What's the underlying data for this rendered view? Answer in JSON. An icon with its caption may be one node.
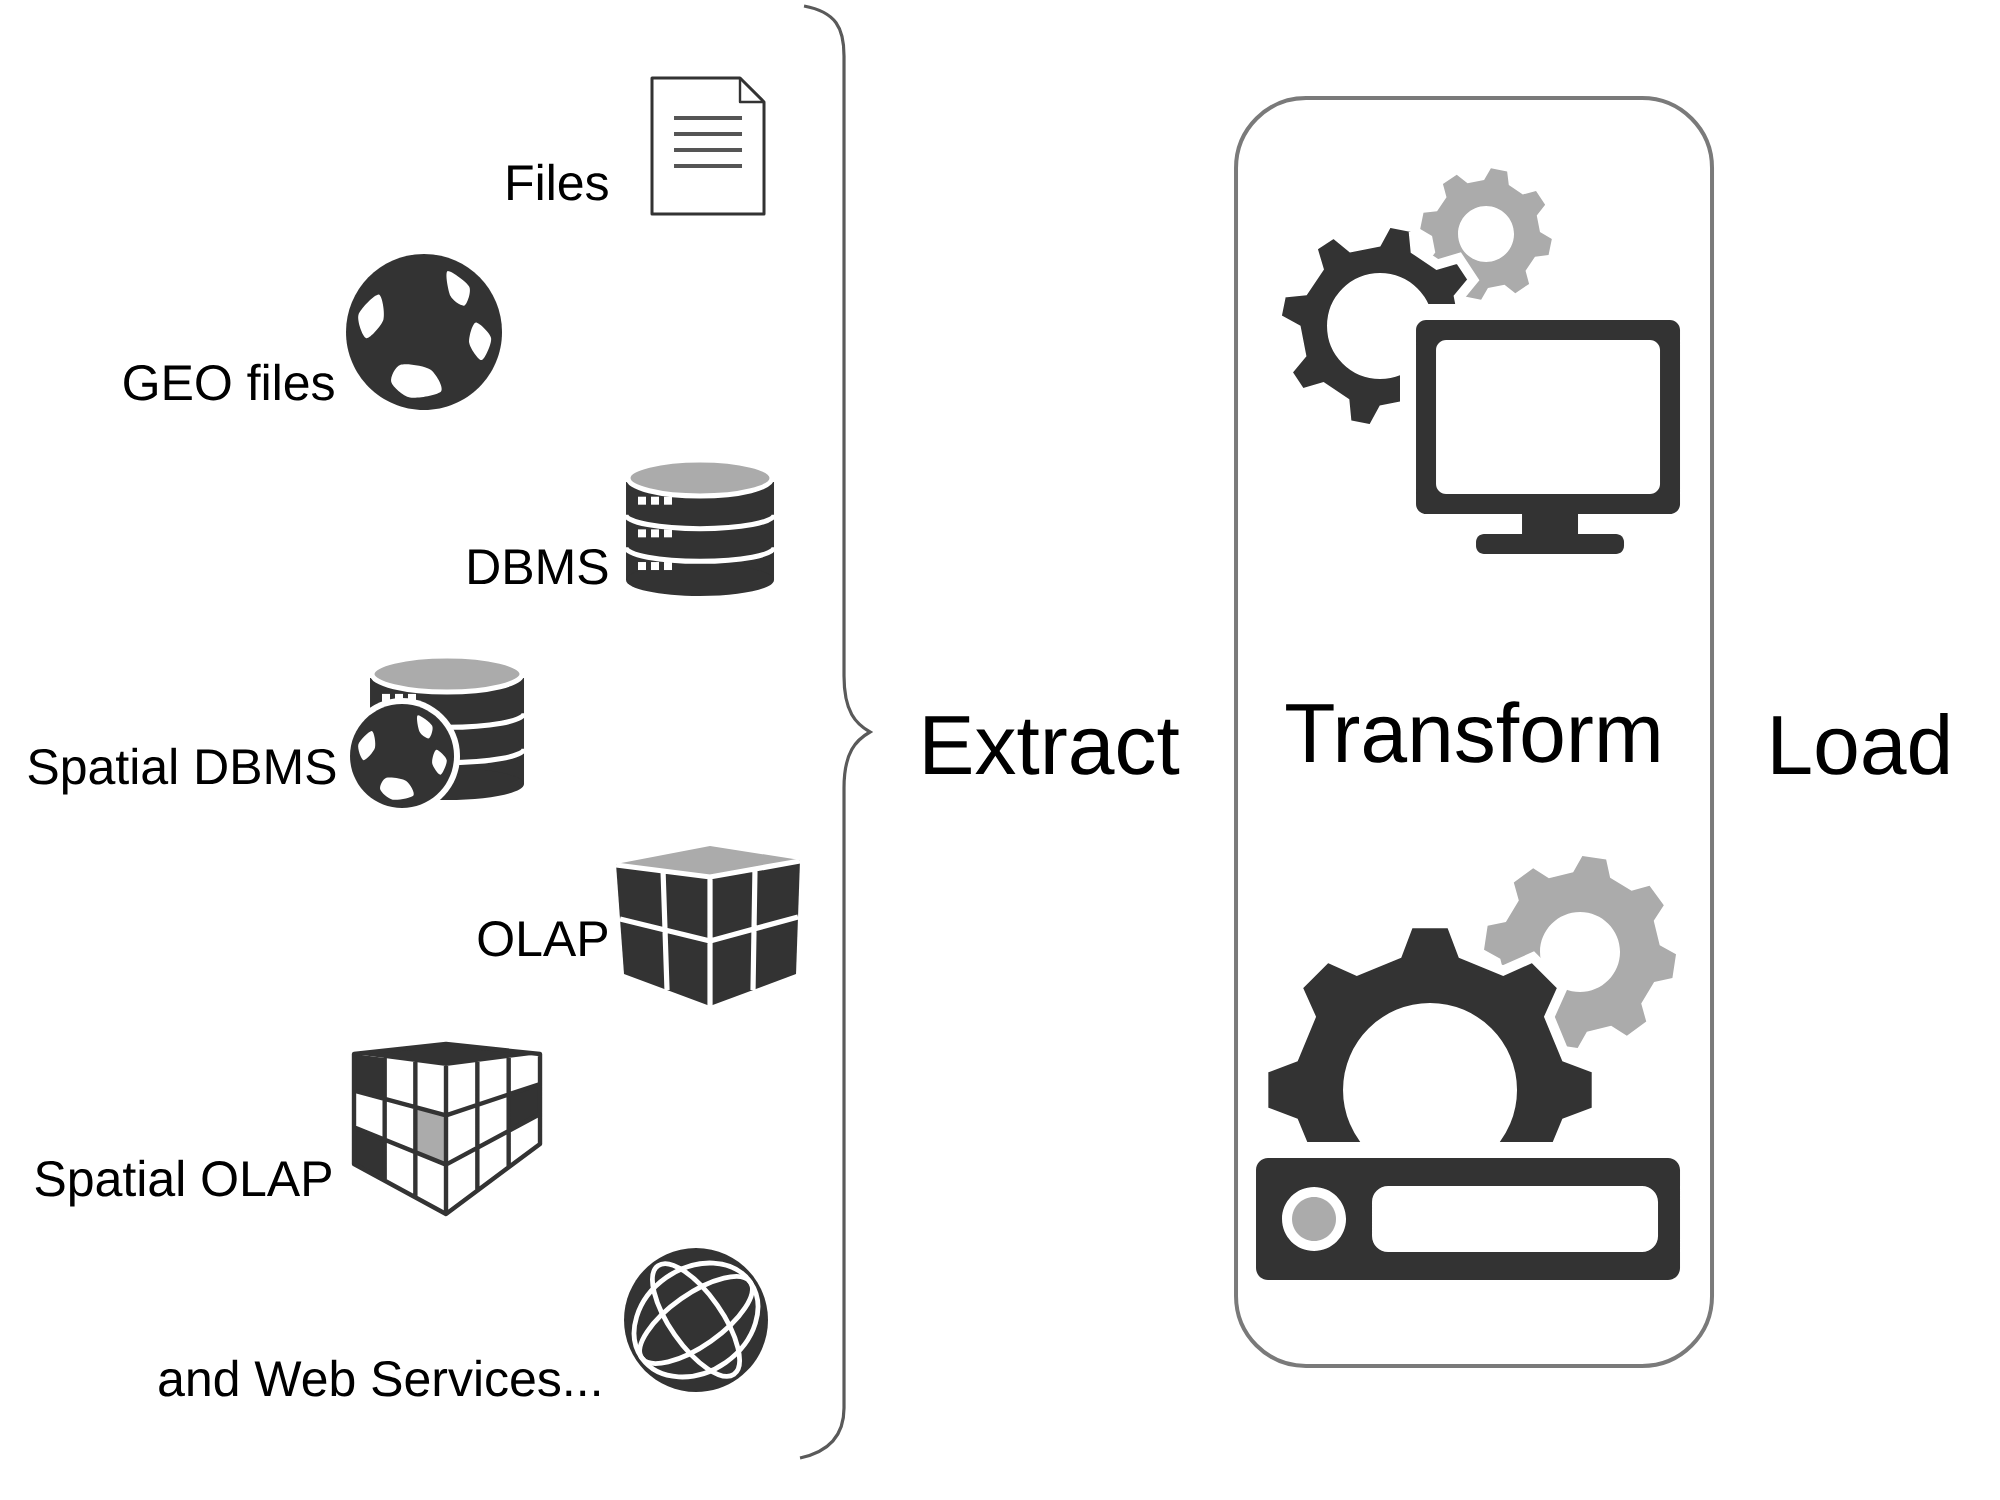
{
  "diagram": {
    "nodes": [
      {
        "text": [
          "Transform"
        ]
      }
    ],
    "labels": [
      "Files",
      "GEO files",
      "DBMS",
      "Spatial DBMS",
      "OLAP",
      "Spatial OLAP",
      "and Web Services...",
      "Extract",
      "Load"
    ]
  }
}
